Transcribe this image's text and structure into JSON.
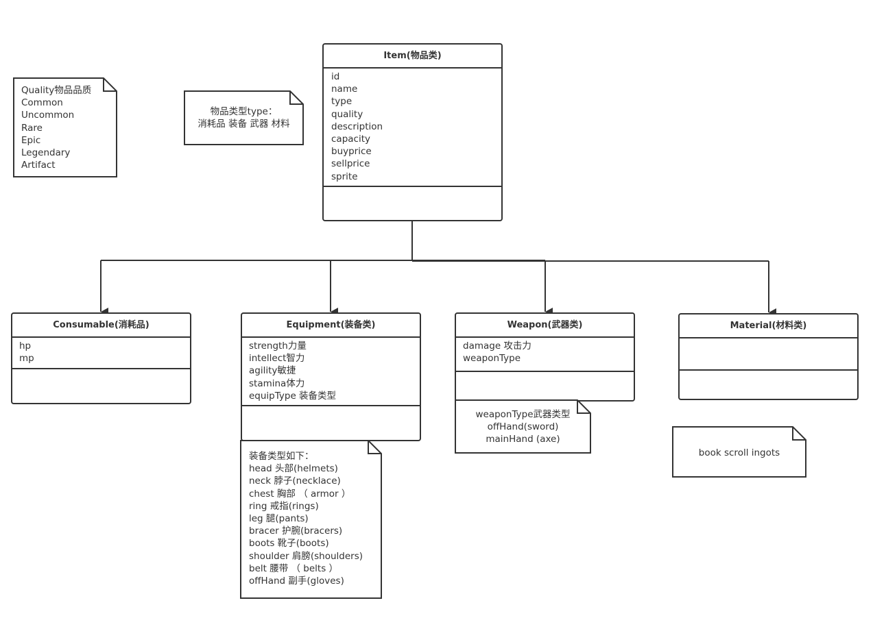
{
  "item_class": {
    "title": "Item(物品类)",
    "attributes": [
      "id",
      "name",
      "type",
      "quality",
      "description",
      "capacity",
      "buyprice",
      "sellprice",
      "sprite"
    ]
  },
  "quality_note": {
    "lines": [
      "Quality物品品质",
      "Common",
      "Uncommon",
      "Rare",
      "Epic",
      "Legendary",
      "Artifact"
    ]
  },
  "type_note": {
    "lines": [
      "物品类型type：",
      "消耗品 装备 武器 材料"
    ]
  },
  "consumable_class": {
    "title": "Consumable(消耗品)",
    "attributes": [
      "hp",
      "mp"
    ]
  },
  "equipment_class": {
    "title": "Equipment(装备类)",
    "attributes": [
      "strength力量",
      "intellect智力",
      "agility敏捷",
      "stamina体力",
      "equipType 装备类型"
    ]
  },
  "equip_type_note": {
    "lines": [
      "装备类型如下：",
      "head 头部(helmets)",
      "neck 脖子(necklace)",
      "chest 胸部 （ armor ）",
      "ring 戒指(rings)",
      "leg 腿(pants)",
      "bracer 护腕(bracers)",
      "boots 靴子(boots)",
      "shoulder 肩膀(shoulders)",
      "belt 腰带 （ belts ）",
      "offHand 副手(gloves)"
    ]
  },
  "weapon_class": {
    "title": "Weapon(武器类)",
    "attributes": [
      "damage 攻击力",
      "weaponType"
    ]
  },
  "weapon_type_note": {
    "lines": [
      "weaponType武器类型",
      "offHand(sword)",
      "mainHand (axe)"
    ]
  },
  "material_class": {
    "title": "Material(材料类)",
    "attributes": []
  },
  "material_note": {
    "lines": [
      "book scroll ingots"
    ]
  }
}
